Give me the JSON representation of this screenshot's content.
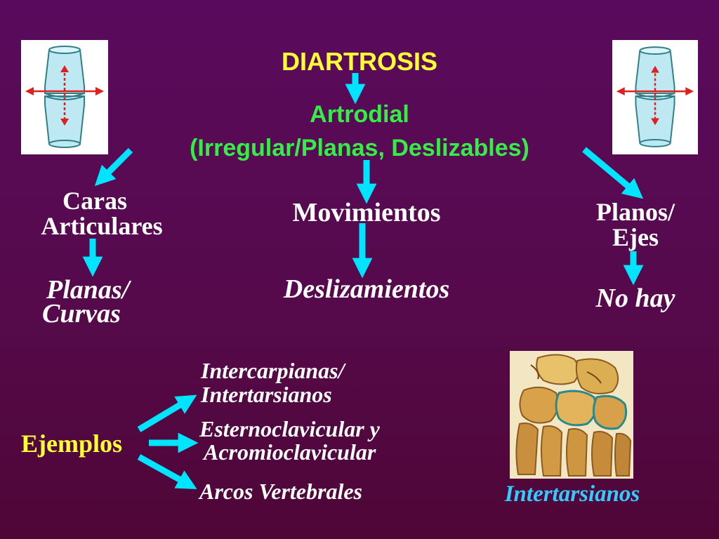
{
  "diagram": {
    "title": "DIARTROSIS",
    "subtitle_line1": "Artrodial",
    "subtitle_line2": "(Irregular/Planas, Deslizables)",
    "branches": {
      "left": {
        "heading_line1": "Caras",
        "heading_line2": "Articulares",
        "value_line1": "Planas/",
        "value_line2": "Curvas"
      },
      "center": {
        "heading": "Movimientos",
        "value": "Deslizamientos"
      },
      "right": {
        "heading_line1": "Planos/",
        "heading_line2": "Ejes",
        "value": "No hay"
      }
    },
    "examples": {
      "label": "Ejemplos",
      "items": [
        {
          "line1": "Intercarpianas/",
          "line2": "Intertarsianos"
        },
        {
          "line1": "Esternoclavicular y",
          "line2": "Acromioclavicular"
        },
        {
          "line1": "Arcos Vertebrales"
        }
      ]
    },
    "photo_caption": "Intertarsianos",
    "icons": {
      "top_left": "gliding-joint-icon",
      "top_right": "gliding-joint-icon",
      "bottom_right": "foot-bones-illustration"
    },
    "colors": {
      "background": "#560a4c",
      "title": "#ffff33",
      "subtitle": "#33ee44",
      "branch_text": "#ffffff",
      "example_text": "#ffff33",
      "arrows": "#00e5ff"
    }
  }
}
